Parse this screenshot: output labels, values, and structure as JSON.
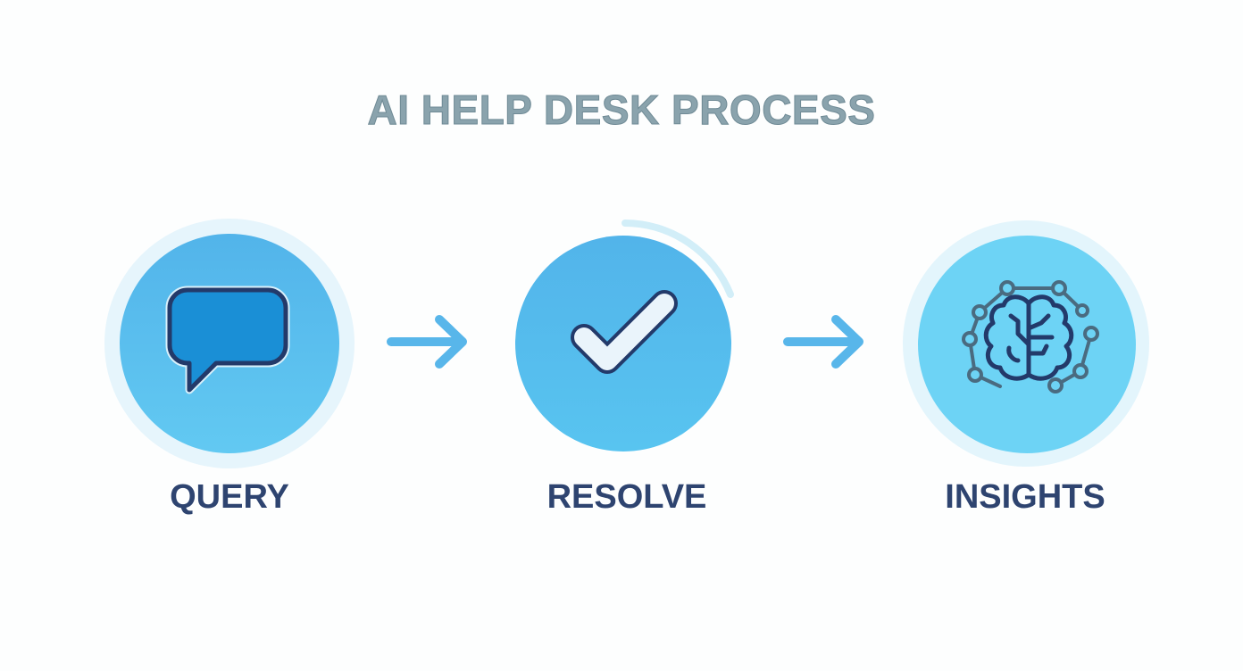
{
  "title": "AI HELP DESK PROCESS",
  "steps": [
    {
      "label": "QUERY",
      "icon": "speech-bubble-icon",
      "color": "#5bbcee"
    },
    {
      "label": "RESOLVE",
      "icon": "checkmark-icon",
      "color": "#56bbec"
    },
    {
      "label": "INSIGHTS",
      "icon": "brain-network-icon",
      "color": "#6dd3f5"
    }
  ],
  "connectors": [
    {
      "icon": "arrow-right-icon",
      "color": "#58b6ea"
    },
    {
      "icon": "arrow-right-icon",
      "color": "#58b6ea"
    }
  ],
  "colors": {
    "title": "#8aa3ad",
    "label": "#2e4470",
    "icon_stroke": "#233a6a"
  }
}
